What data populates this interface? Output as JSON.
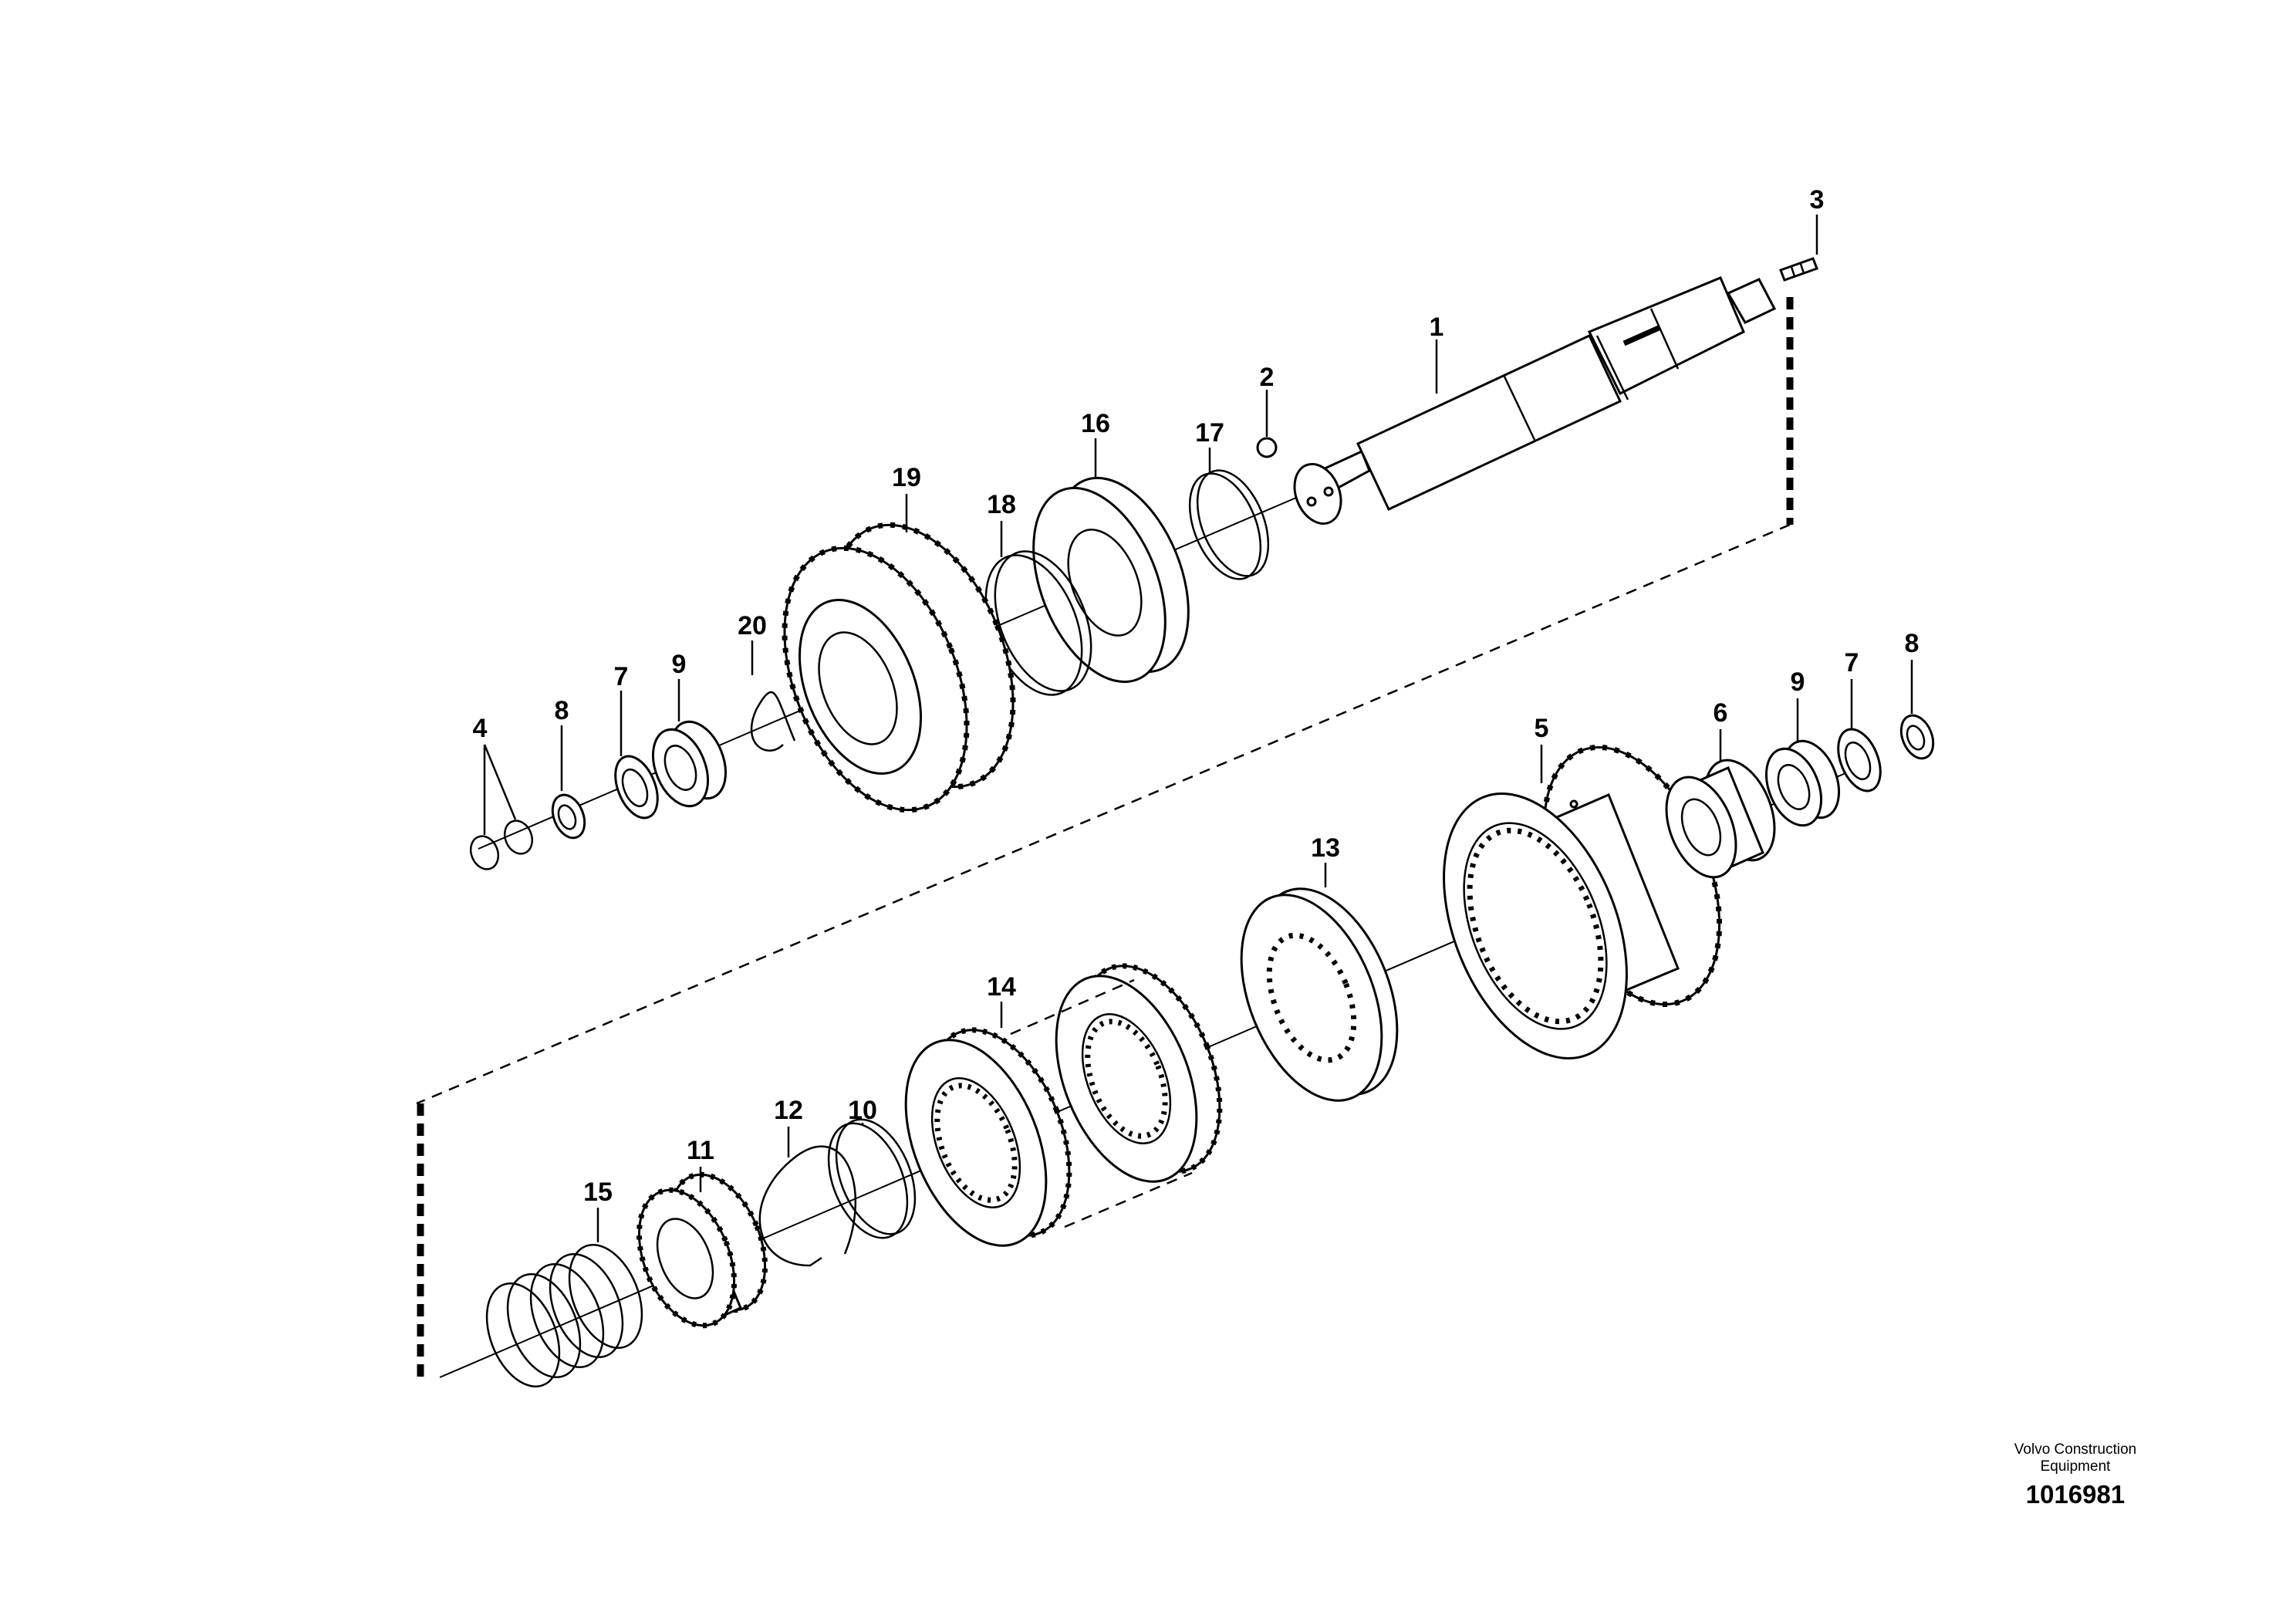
{
  "callouts": {
    "c1": "1",
    "c2": "2",
    "c3": "3",
    "c4": "4",
    "c5": "5",
    "c6": "6",
    "c7a": "7",
    "c7b": "7",
    "c8a": "8",
    "c8b": "8",
    "c9a": "9",
    "c9b": "9",
    "c10": "10",
    "c11": "11",
    "c12": "12",
    "c13": "13",
    "c14": "14",
    "c15": "15",
    "c16": "16",
    "c17": "17",
    "c18": "18",
    "c19": "19",
    "c20": "20"
  },
  "credit": {
    "line1": "Volvo Construction",
    "line2": "Equipment",
    "number": "1016981"
  }
}
